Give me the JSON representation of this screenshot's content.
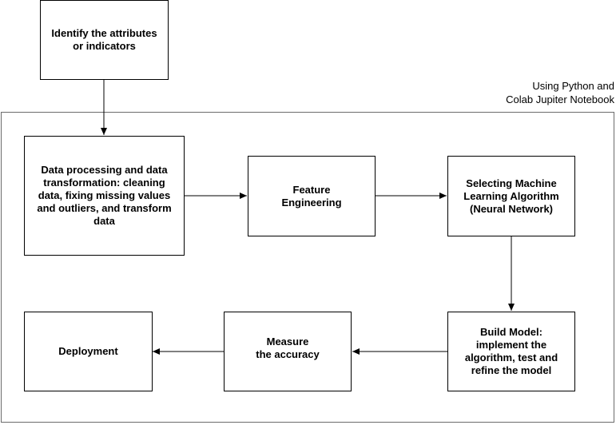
{
  "container": {
    "label_lines": [
      "Using Python and",
      "Colab Jupiter Notebook"
    ]
  },
  "boxes": {
    "identify": "Identify the attributes\nor indicators",
    "data_processing": "Data processing and data\ntransformation: cleaning\ndata, fixing missing values\nand outliers, and transform\ndata",
    "feature_engineering": "Feature\nEngineering",
    "selecting_algorithm": "Selecting Machine\nLearning Algorithm\n(Neural Network)",
    "build_model": "Build Model:\nimplement the\nalgorithm, test and\nrefine the model",
    "measure": "Measure\nthe accuracy",
    "deployment": "Deployment"
  },
  "colors": {
    "border": "#000000",
    "frame": "#6b6b6b",
    "background": "#ffffff"
  }
}
